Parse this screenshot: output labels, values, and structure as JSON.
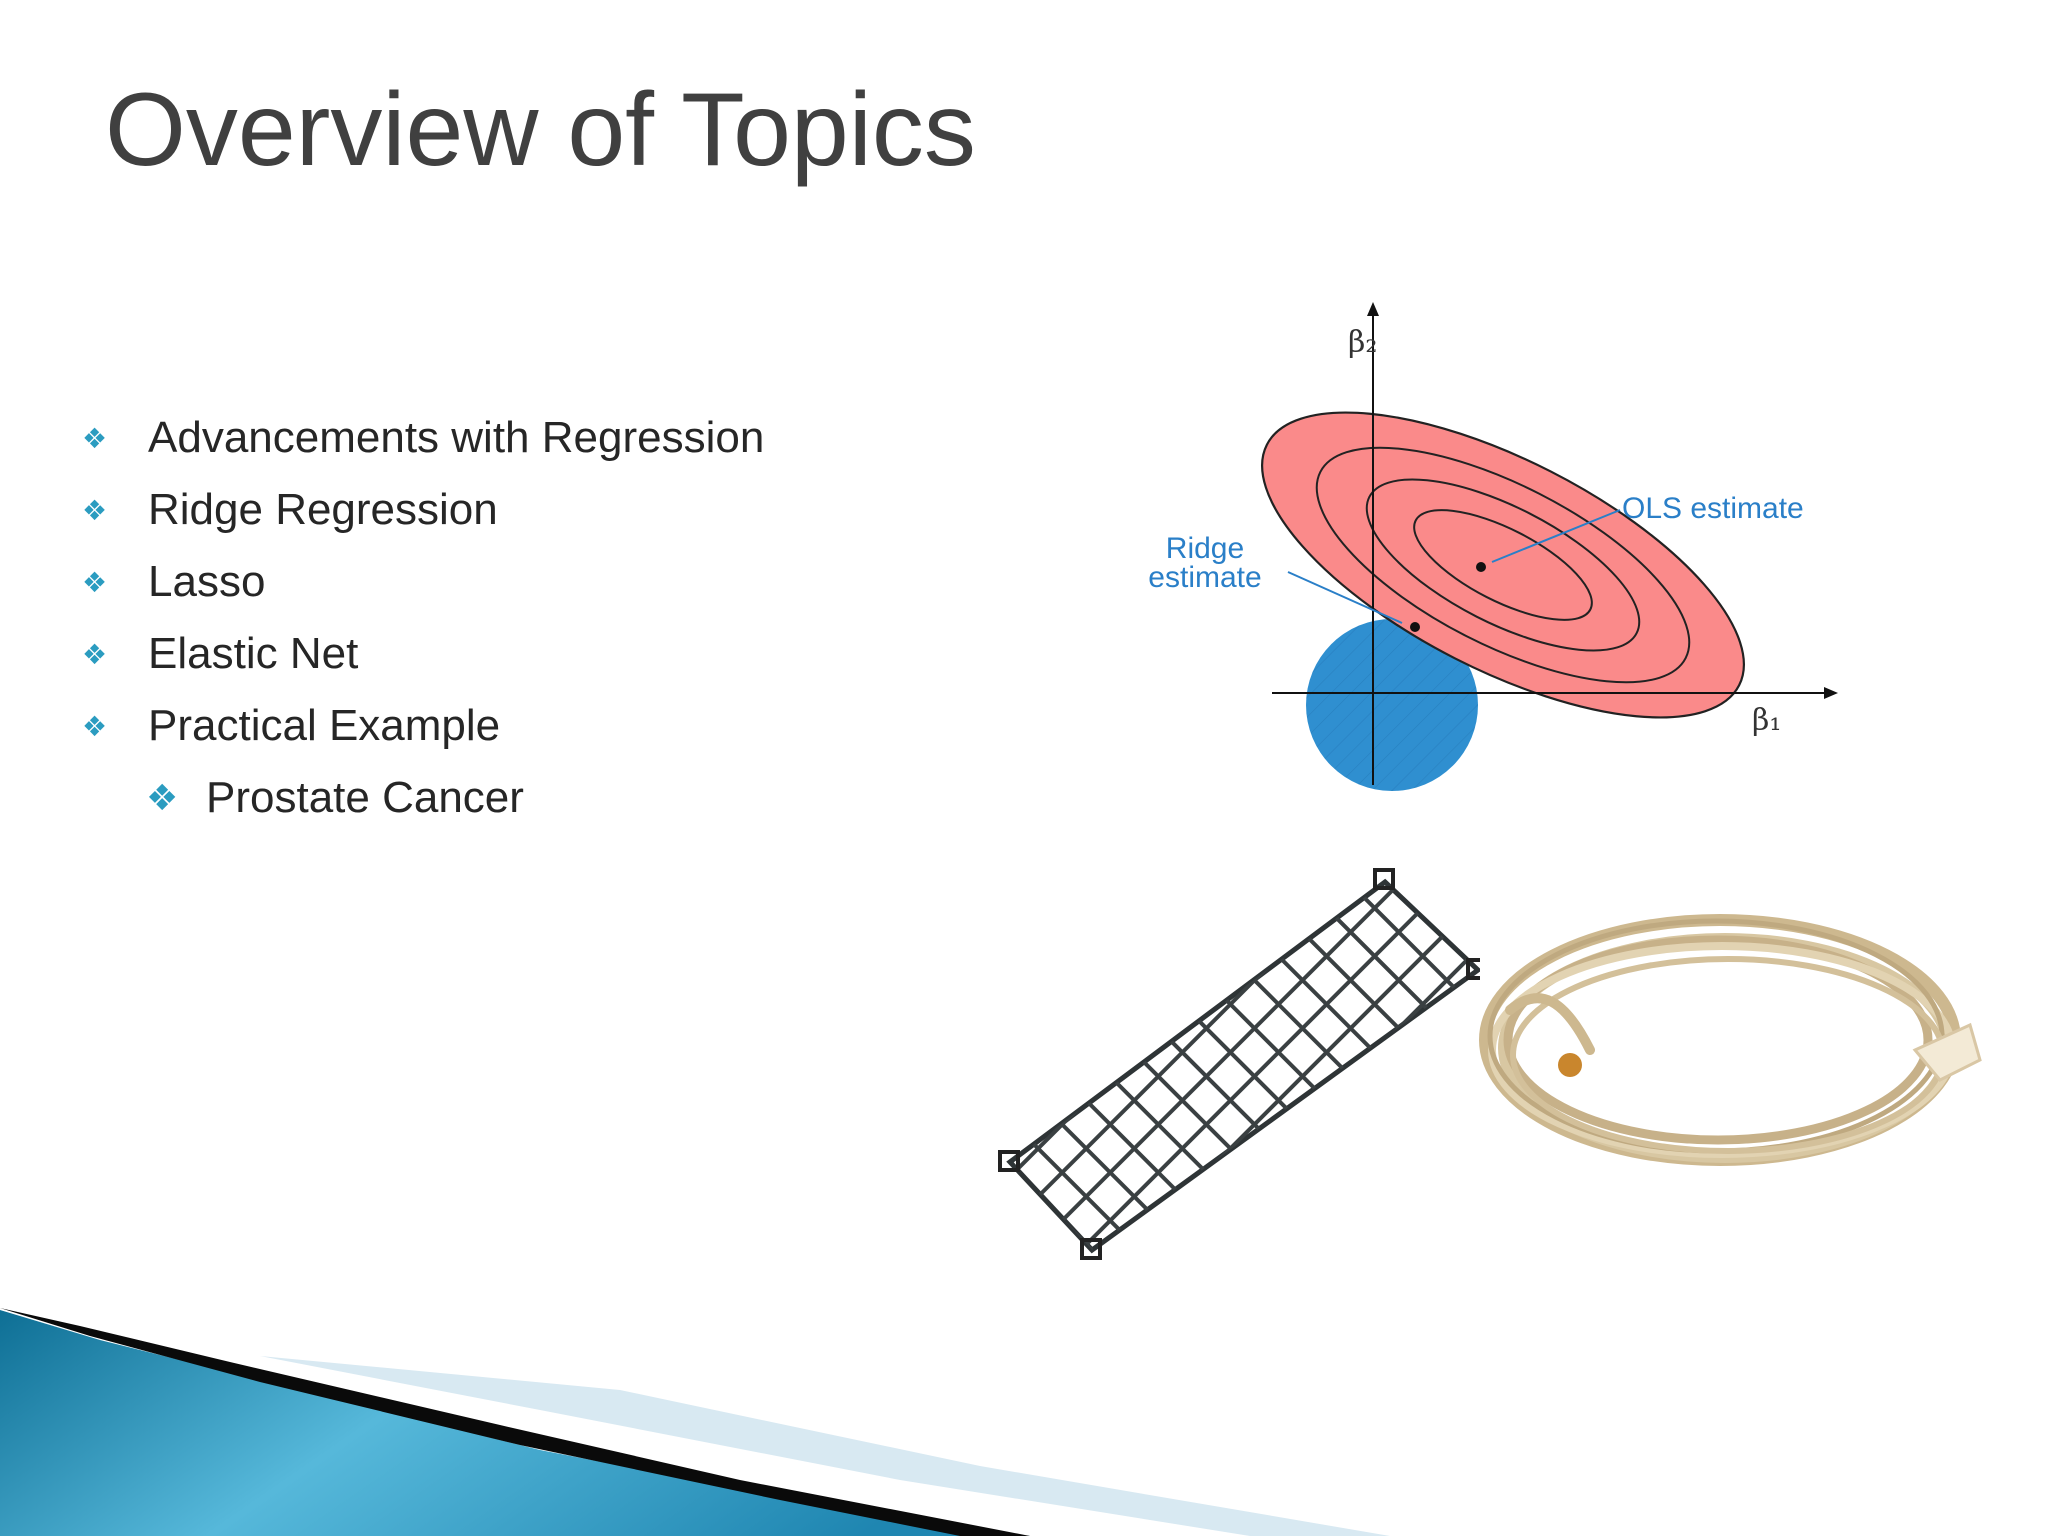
{
  "slide": {
    "title": "Overview of Topics",
    "bullets": [
      {
        "text": "Advancements with Regression",
        "level": 1
      },
      {
        "text": "Ridge Regression",
        "level": 1
      },
      {
        "text": "Lasso",
        "level": 1
      },
      {
        "text": "Elastic Net",
        "level": 1
      },
      {
        "text": "Practical Example",
        "level": 1
      },
      {
        "text": "Prostate Cancer",
        "level": 2
      }
    ],
    "bullet_icon": "diamond-four-bullet-icon"
  },
  "diagram": {
    "y_axis_label": "β₂",
    "x_axis_label": "β₁",
    "ols_label": "OLS estimate",
    "ridge_label_line1": "Ridge",
    "ridge_label_line2": "estimate"
  },
  "colors": {
    "title": "#404040",
    "bullet_text": "#262626",
    "bullet_glyph": "#2b9cc0",
    "ellipse_fill": "#fa8a8a",
    "circle_fill": "#2f8fd0",
    "label_blue": "#2a7fc8",
    "swoosh_dark": "#0a0a0a",
    "swoosh_blue": "#2d9cc7"
  },
  "images": {
    "net_icon": "cargo-net-icon",
    "rope_icon": "lasso-rope-icon"
  }
}
